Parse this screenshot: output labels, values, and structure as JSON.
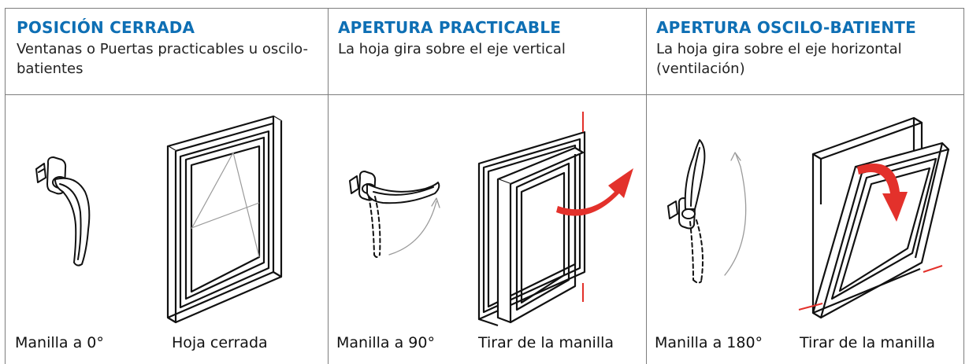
{
  "columns": [
    {
      "title": "POSICIÓN CERRADA",
      "description": "Ventanas o Puertas practicables u oscilo-batientes",
      "handle_caption": "Manilla a 0°",
      "window_caption": "Hoja cerrada"
    },
    {
      "title": "APERTURA PRACTICABLE",
      "description": "La hoja gira sobre el eje vertical",
      "handle_caption": "Manilla a 90°",
      "window_caption": "Tirar de la manilla"
    },
    {
      "title": "APERTURA OSCILO-BATIENTE",
      "description": "La hoja gira sobre el eje horizontal (ventilación)",
      "handle_caption": "Manilla a 180°",
      "window_caption": "Tirar de la manilla"
    }
  ],
  "colors": {
    "title": "#0e6fb4",
    "arrow": "#e3312b",
    "divider": "#7d7d7d",
    "hint_arrow": "#9a9a9a"
  }
}
